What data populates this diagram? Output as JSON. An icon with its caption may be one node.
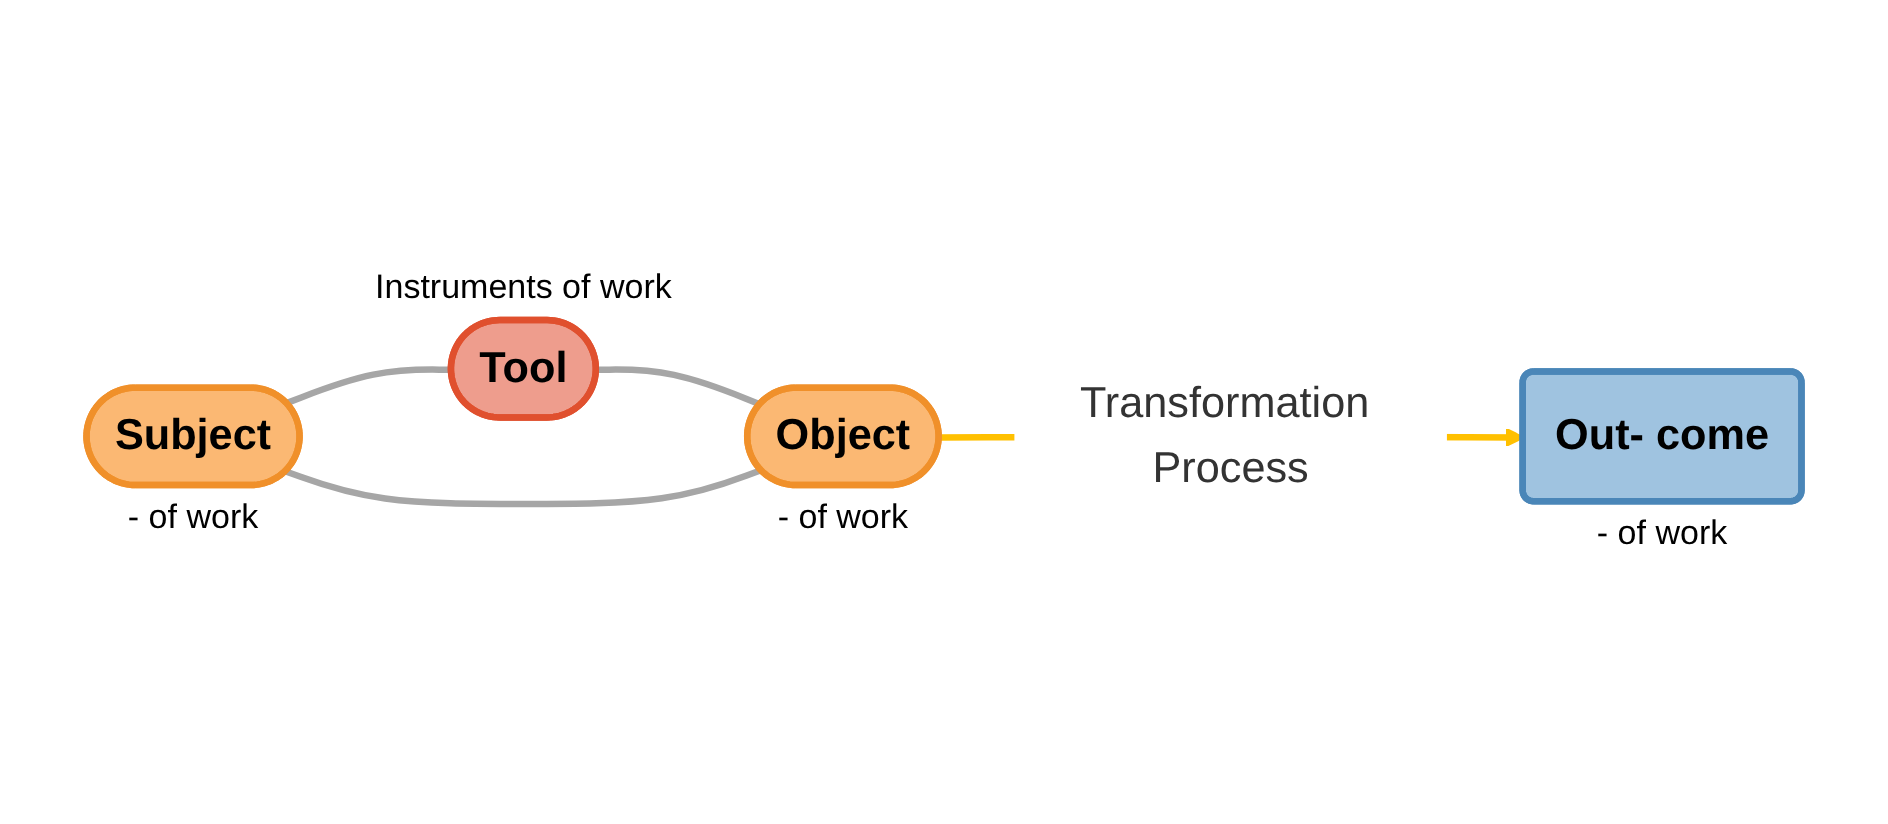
{
  "diagram": {
    "nodes": [
      {
        "text": [
          "Tool"
        ],
        "beside": [
          "Instruments of work"
        ]
      },
      {
        "text": [
          "Subject"
        ],
        "beside": [
          "- of work"
        ]
      },
      {
        "text": [
          "Object"
        ],
        "beside": [
          "- of work"
        ]
      },
      {
        "text": [
          "Out- come"
        ],
        "beside": [
          "- of work"
        ]
      }
    ],
    "edges": [
      {
        "from": 1,
        "to": 0,
        "arrow": "none"
      },
      {
        "from": 0,
        "to": 2,
        "arrow": "none"
      },
      {
        "from": 1,
        "to": 2,
        "arrow": "none"
      },
      {
        "from": 2,
        "to": 3,
        "label": "Transformation Process",
        "arrow": "to",
        "color": "#ffc000"
      }
    ]
  }
}
